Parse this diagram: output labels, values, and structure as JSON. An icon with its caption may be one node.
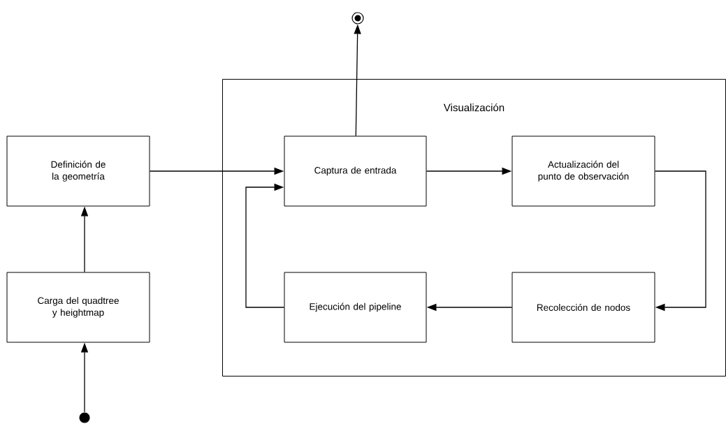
{
  "diagram": {
    "nodes": [
      {
        "text": [
          "Visualización"
        ]
      },
      {
        "text": [
          "Definición de la geometría"
        ]
      },
      {
        "text": [
          "Carga del quadtree y heightmap"
        ]
      },
      {
        "text": [
          "Captura de entrada"
        ],
        "in": 0
      },
      {
        "text": [
          "Actualización del punto de observación"
        ],
        "in": 0
      },
      {
        "text": [
          "Recolección de nodos"
        ],
        "in": 0
      },
      {
        "text": [
          "Ejecución del pipeline"
        ],
        "in": 0
      },
      {
        "text": [],
        "shape": "circle"
      },
      {
        "text": [],
        "shape": "bullseye"
      }
    ],
    "edges": [
      {
        "from": 7,
        "to": 2,
        "arrow": "to"
      },
      {
        "from": 2,
        "to": 1,
        "arrow": "to"
      },
      {
        "from": 1,
        "to": 3,
        "arrow": "to"
      },
      {
        "from": 3,
        "to": 8,
        "arrow": "to"
      },
      {
        "from": 3,
        "to": 4,
        "arrow": "to"
      },
      {
        "from": 4,
        "to": 5,
        "arrow": "to"
      },
      {
        "from": 5,
        "to": 6,
        "arrow": "to"
      },
      {
        "from": 6,
        "to": 3,
        "arrow": "to"
      }
    ]
  }
}
